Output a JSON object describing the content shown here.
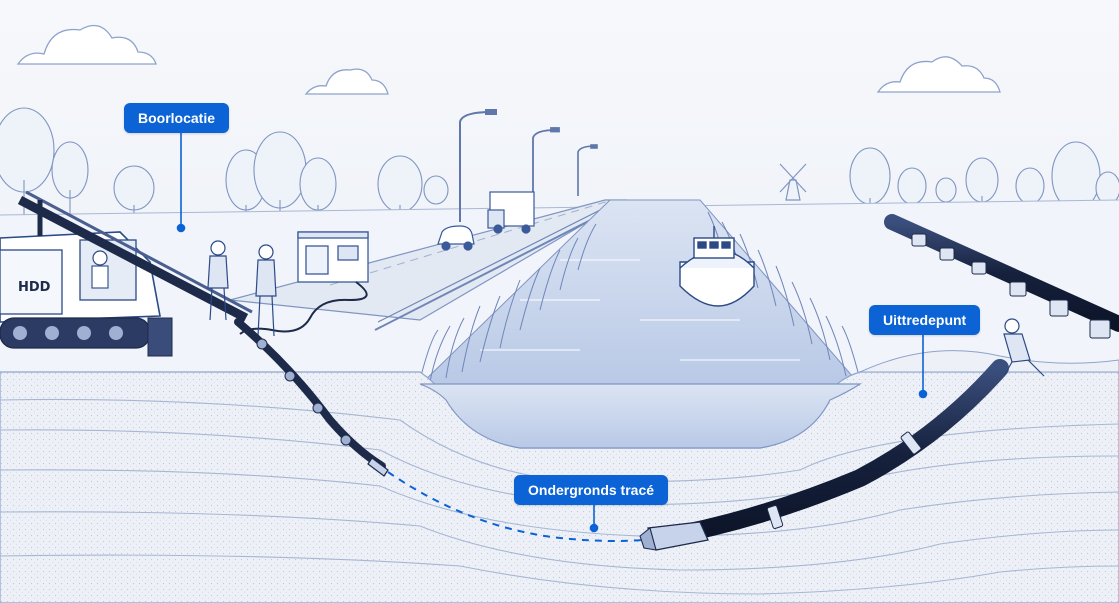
{
  "labels": {
    "drill_site": "Boorlocatie",
    "exit_point": "Uittredepunt",
    "underground_route": "Ondergronds tracé"
  },
  "machine_text": "HDD",
  "colors": {
    "accent": "#0b63d6",
    "line": "#3a5a9a",
    "sky": "#f5f7fb",
    "water": "#c6d3ea",
    "soil": "#e9edf4",
    "pipe": "#1d2a4a"
  },
  "icons": [
    "cloud-icon",
    "tree-icon",
    "windmill-icon",
    "street-lamp-icon",
    "truck-icon",
    "car-icon",
    "boat-icon",
    "drill-rig-icon",
    "worker-icon",
    "site-cabin-icon",
    "pipeline-icon",
    "drill-head-icon"
  ]
}
